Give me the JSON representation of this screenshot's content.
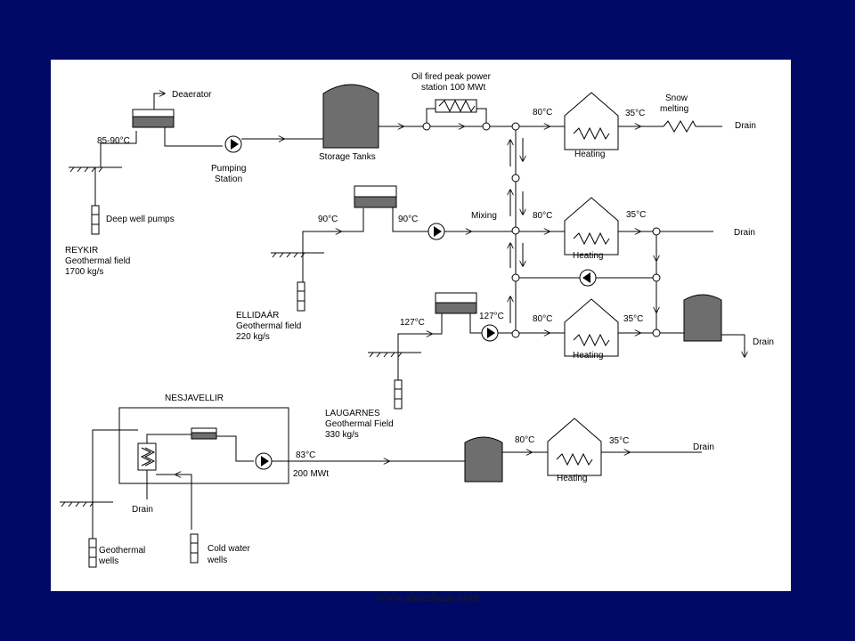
{
  "labels": {
    "deaerator": "Deaerator",
    "temp_85_90": "85-90°C",
    "deep_well_pumps": "Deep well pumps",
    "pumping_station_1": "Pumping",
    "pumping_station_2": "Station",
    "storage_tanks": "Storage Tanks",
    "oil_fired_1": "Oil fired peak power",
    "oil_fired_2": "station 100 MWt",
    "t80_row1": "80°C",
    "t35_row1": "35°C",
    "snow_1": "Snow",
    "snow_2": "melting",
    "drain_row1": "Drain",
    "heating_row1": "Heating",
    "reykir_1": "REYKIR",
    "reykir_2": "Geothermal field",
    "reykir_3": "1700 kg/s",
    "t90_left": "90°C",
    "t90_right": "90°C",
    "mixing": "Mixing",
    "t80_row2": "80°C",
    "t35_row2": "35°C",
    "drain_row2": "Drain",
    "heating_row2": "Heating",
    "ellidaar_1": "ELLIDAÁR",
    "ellidaar_2": "Geothermal field",
    "ellidaar_3": "220 kg/s",
    "t127_left": "127°C",
    "t127_right": "127°C",
    "t80_row3": "80°C",
    "t35_row3": "35°C",
    "heating_row3": "Heating",
    "drain_row3": "Drain",
    "laugarnes_1": "LAUGARNES",
    "laugarnes_2": "Geothermal Field",
    "laugarnes_3": "330 kg/s",
    "nesjavellir": "NESJAVELLIR",
    "t83": "83°C",
    "mwt200": "200 MWt",
    "t80_row4": "80°C",
    "t35_row4": "35°C",
    "drain_row4": "Drain",
    "heating_row4": "Heating",
    "drain_nesja": "Drain",
    "geo_wells_1": "Geothermal",
    "geo_wells_2": "wells",
    "cold_wells_1": "Cold water",
    "cold_wells_2": "wells"
  },
  "watermark": "www.sliderbase.com"
}
